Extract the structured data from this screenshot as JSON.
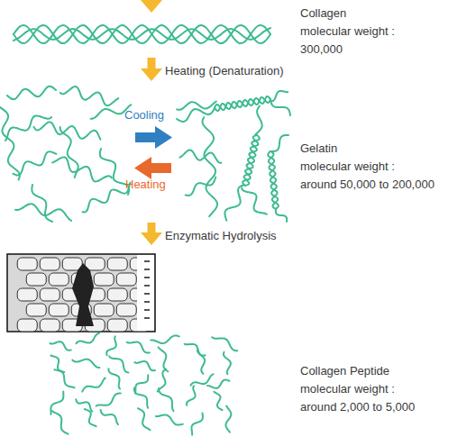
{
  "diagram": {
    "nodes": [
      {
        "text": [
          "Collagen",
          "molecular weight :",
          "300,000"
        ]
      },
      {
        "text": [
          "Gelatin",
          "molecular weight :",
          "around 50,000 to 200,000"
        ]
      },
      {
        "text": [
          "Collagen Peptide",
          "molecular weight :",
          "around 2,000 to 5,000"
        ]
      }
    ],
    "edges": [
      {
        "from": 0,
        "to": 1,
        "arrow": "to",
        "label": "Heating (Denaturation)"
      },
      {
        "from": 1,
        "to": 2,
        "arrow": "to",
        "label": "Enzymatic Hydrolysis"
      }
    ],
    "labels": [
      "Cooling",
      "Heating"
    ]
  }
}
